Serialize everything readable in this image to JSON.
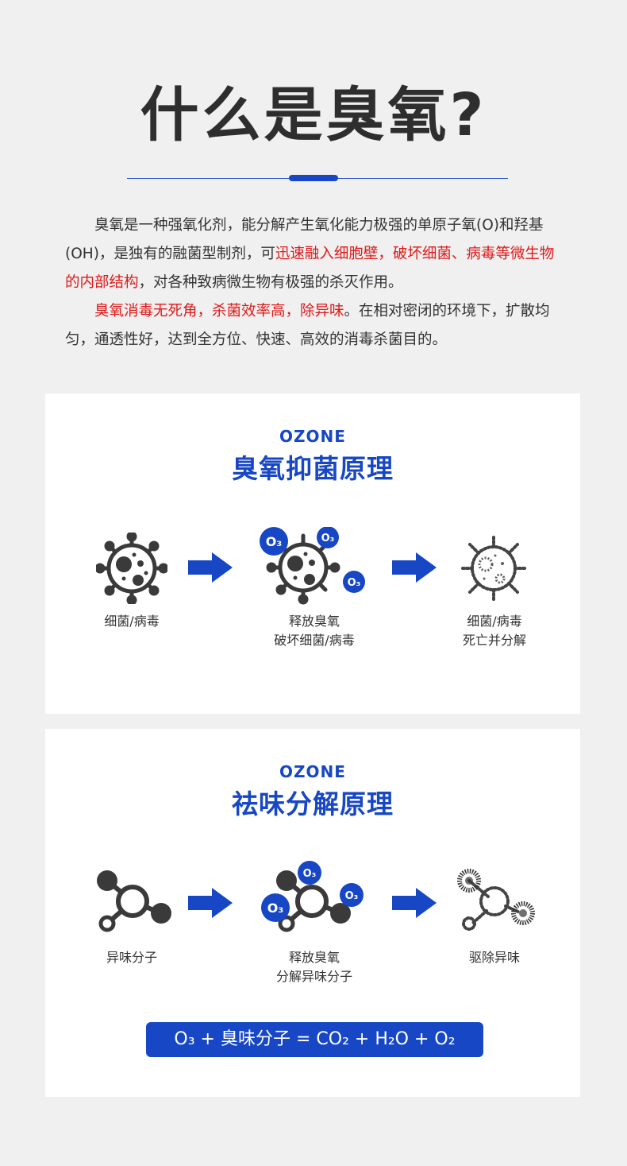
{
  "page": {
    "title": "什么是臭氧?"
  },
  "intro": {
    "p1_a": "臭氧是一种强氧化剂，能分解产生氧化能力极强的单原子氧(O)和羟基(OH)，是独有的融菌型制剂，可",
    "p1_red": "迅速融入细胞壁，破坏细菌、病毒等微生物的内部结构",
    "p1_b": "，对各种致病微生物有极强的杀灭作用。",
    "p2_red": "臭氧消毒无死角，杀菌效率高，除异味",
    "p2_b": "。在相对密闭的环境下，扩散均匀，通透性好，达到全方位、快速、高效的消毒杀菌目的。"
  },
  "colors": {
    "brand_blue": "#1747c4",
    "highlight_red": "#e01818",
    "icon_dark": "#3a3a3a"
  },
  "bacteria_section": {
    "eyebrow": "OZONE",
    "title": "臭氧抑菌原理",
    "steps": [
      {
        "icon": "bacteria-icon",
        "line1": "细菌/病毒",
        "line2": ""
      },
      {
        "icon": "bacteria-ozone-icon",
        "line1": "释放臭氧",
        "line2": "破坏细菌/病毒"
      },
      {
        "icon": "bacteria-dissolving-icon",
        "line1": "细菌/病毒",
        "line2": "死亡并分解"
      }
    ],
    "ozone_badge": "O₃"
  },
  "odor_section": {
    "eyebrow": "OZONE",
    "title": "祛味分解原理",
    "steps": [
      {
        "icon": "molecule-icon",
        "line1": "异味分子",
        "line2": ""
      },
      {
        "icon": "molecule-ozone-icon",
        "line1": "释放臭氧",
        "line2": "分解异味分子"
      },
      {
        "icon": "molecule-dissolving-icon",
        "line1": "驱除异味",
        "line2": ""
      }
    ],
    "ozone_badge": "O₃",
    "formula": "O₃ + 臭味分子 = CO₂ + H₂O + O₂"
  }
}
